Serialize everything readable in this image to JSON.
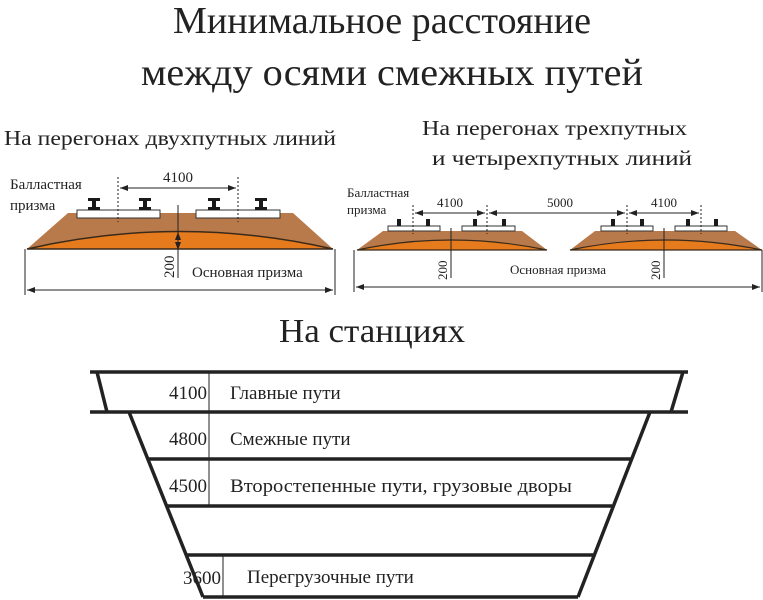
{
  "title": {
    "line1": "Минимальное расстояние",
    "line2": "между осями смежных путей"
  },
  "double_track": {
    "heading": "На перегонах двухпутных линий",
    "ballast_label_1": "Балластная",
    "ballast_label_2": "призма",
    "spacing": "4100",
    "depth": "200",
    "subgrade_label": "Основная призма"
  },
  "multi_track": {
    "heading_1": "На перегонах трехпутных",
    "heading_2": "и четырехпутных  линий",
    "ballast_label_1": "Балластная",
    "ballast_label_2": "призма",
    "spacings": [
      "4100",
      "5000",
      "4100"
    ],
    "depth": "200",
    "subgrade_label": "Основная призма"
  },
  "stations": {
    "heading": "На станциях",
    "rows": [
      {
        "value": "4100",
        "label": "Главные пути"
      },
      {
        "value": "4800",
        "label": "Смежные пути"
      },
      {
        "value": "4500",
        "label": "Второстепенные пути, грузовые дворы"
      },
      {
        "value": "3600",
        "label": "Перегрузочные пути"
      }
    ]
  },
  "colors": {
    "ballast": "#b87a4b",
    "subgrade_top": "#e07a1f"
  }
}
